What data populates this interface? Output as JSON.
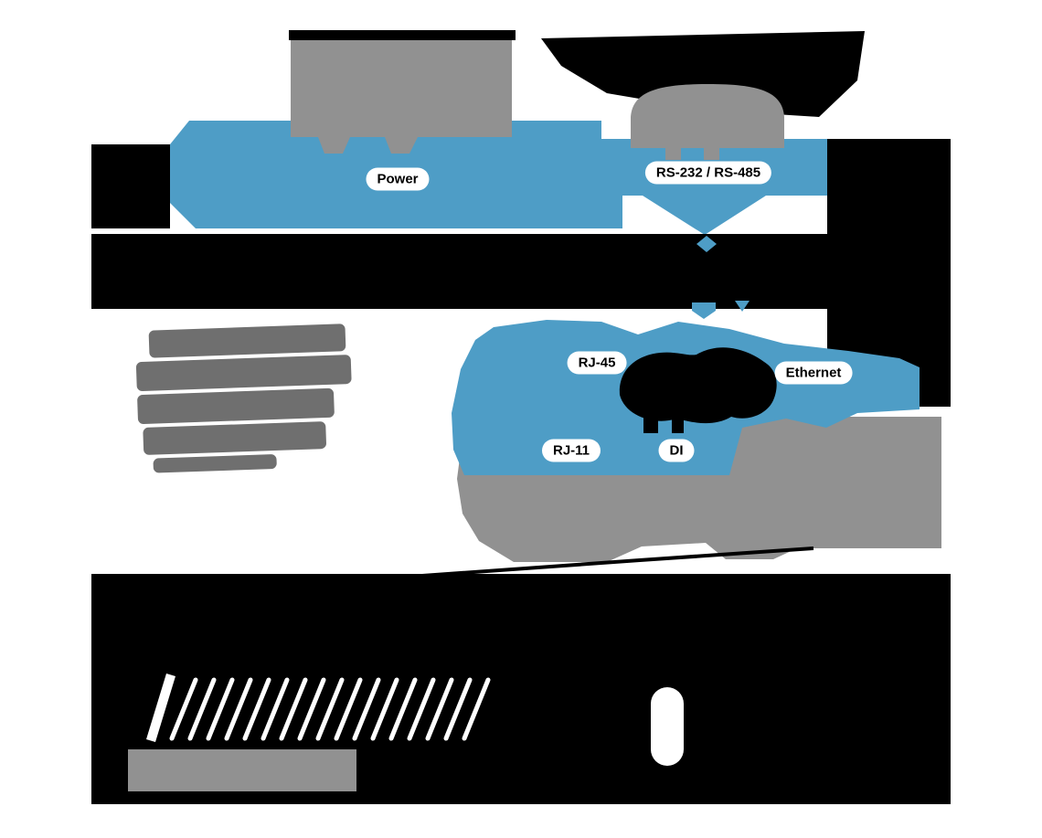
{
  "labels": {
    "power": "Power",
    "serial": "RS-232 / RS-485",
    "rj45": "RJ-45",
    "ethernet": "Ethernet",
    "rj11": "RJ-11",
    "di": "DI"
  },
  "colors": {
    "blue": "#4E9DC6",
    "gray": "#919191",
    "dark_gray": "#6F6F6F",
    "black": "#000000",
    "white": "#FFFFFF"
  }
}
